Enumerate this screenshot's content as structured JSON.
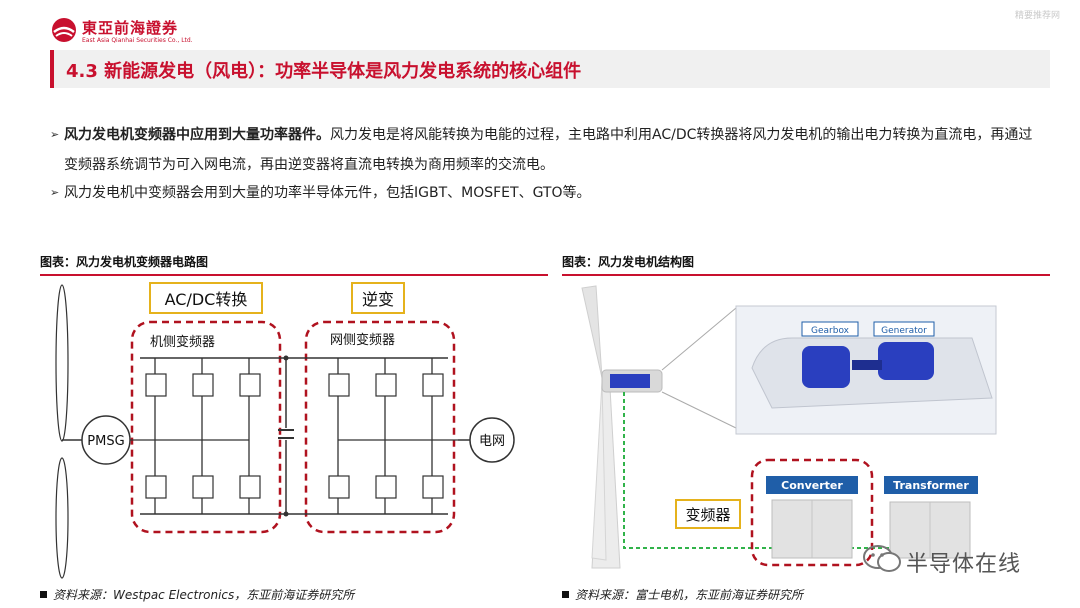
{
  "header": {
    "logo_cn": "東亞前海證券",
    "logo_en": "East Asia Qianhai Securities Co., Ltd.",
    "watermark": "精要推荐网",
    "title": "4.3 新能源发电（风电）：功率半导体是风力发电系统的核心组件"
  },
  "bullets": [
    {
      "bold": "风力发电机变频器中应用到大量功率器件。",
      "text": "风力发电是将风能转换为电能的过程，主电路中利用AC/DC转换器将风力发电机的输出电力转换为直流电，再通过变频器系统调节为可入网电流，再由逆变器将直流电转换为商用频率的交流电。"
    },
    {
      "bold": "",
      "text": "风力发电机中变频器会用到大量的功率半导体元件，包括IGBT、MOSFET、GTO等。"
    }
  ],
  "left_figure": {
    "caption": "图表：风力发电机变频器电路图",
    "label_acdc": "AC/DC转换",
    "label_inverter": "逆变",
    "label_machine_side": "机侧变频器",
    "label_grid_side": "网侧变频器",
    "label_pmsg": "PMSG",
    "label_grid": "电网",
    "source": "资料来源：Westpac Electronics，东亚前海证券研究所"
  },
  "right_figure": {
    "caption": "图表：风力发电机结构图",
    "label_gearbox": "Gearbox",
    "label_generator": "Generator",
    "label_converter": "Converter",
    "label_transformer": "Transformer",
    "label_converter_cn": "变频器",
    "source": "资料来源：富士电机，东亚前海证券研究所"
  },
  "wechat": {
    "text": "半导体在线"
  },
  "colors": {
    "brand_red": "#c8102e",
    "nacelle_blue": "#2a3fbf",
    "label_blue": "#1f5ea8"
  }
}
